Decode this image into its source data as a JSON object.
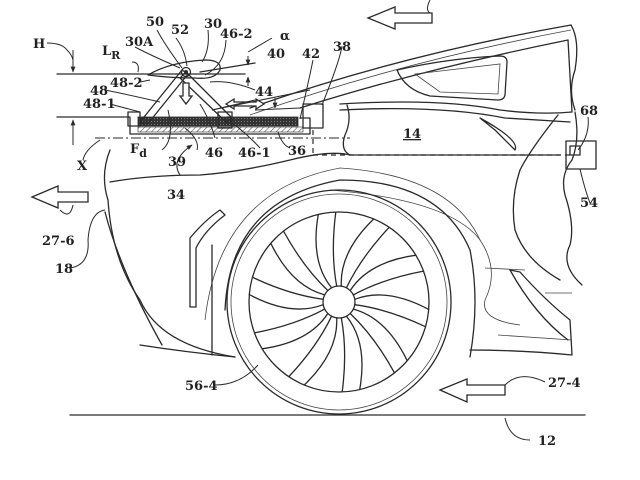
{
  "figure": {
    "type": "patent-drawing",
    "subject": "Vehicle rear with adjustable aerodynamic wing assembly",
    "colors": {
      "line": "#2a2a2a",
      "background": "#ffffff",
      "hatch": "#555555"
    }
  },
  "labels": {
    "H": "H",
    "L_R": "L",
    "L_R_sub": "R",
    "alpha": "α",
    "r30": "30",
    "r30A": "30A",
    "r50": "50",
    "r52": "52",
    "r46_2": "46-2",
    "r40": "40",
    "r42": "42",
    "r38": "38",
    "r48": "48",
    "r48_2": "48-2",
    "r48_1": "48-1",
    "r44": "44",
    "F_d": "F",
    "F_d_sub": "d",
    "r39": "39",
    "r46": "46",
    "r46_1": "46-1",
    "r36": "36",
    "r34": "34",
    "X": "X",
    "r14": "14",
    "r68": "68",
    "r54": "54",
    "r27_6": "27-6",
    "r18": "18",
    "r56_4": "56-4",
    "r27_4": "27-4",
    "r12": "12"
  },
  "icons": {
    "airflow_arrows": [
      "airflow-arrow-top",
      "airflow-arrow-front",
      "airflow-arrow-ground"
    ],
    "force_arrow": "downforce-arrow",
    "slide_arrow": "double-headed-arrow"
  }
}
